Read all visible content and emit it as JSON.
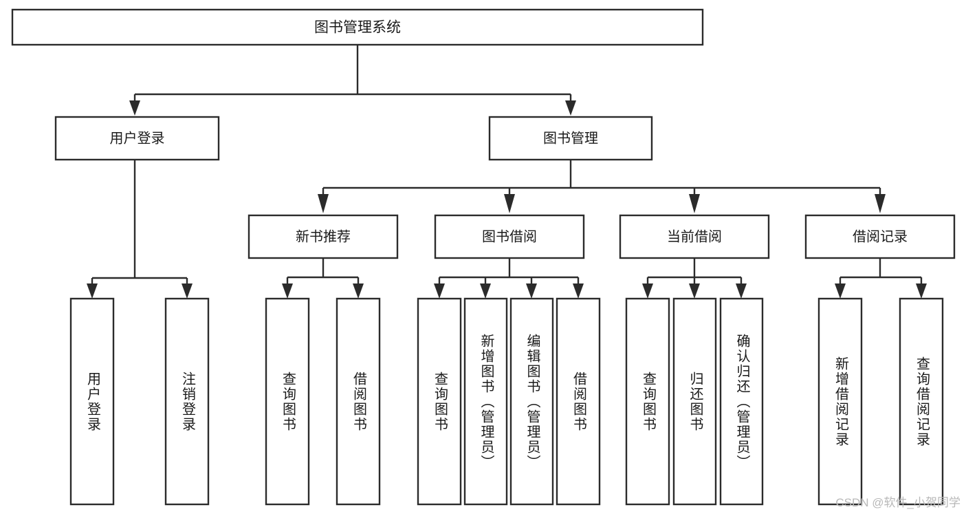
{
  "diagram": {
    "title": "图书管理系统",
    "type": "hierarchy-tree",
    "watermark": "CSDN @软件_小贺同学",
    "colors": {
      "stroke": "#2b2b2b",
      "fill": "#ffffff",
      "text": "#1a1a1a",
      "watermark": "#b8b8b8",
      "background": "#ffffff"
    },
    "root": {
      "label": "图书管理系统"
    },
    "level2": [
      {
        "label": "用户登录"
      },
      {
        "label": "图书管理"
      }
    ],
    "level3": [
      {
        "label": "新书推荐"
      },
      {
        "label": "图书借阅"
      },
      {
        "label": "当前借阅"
      },
      {
        "label": "借阅记录"
      }
    ],
    "leaves": {
      "user_login": [
        {
          "label": "用户登录"
        },
        {
          "label": "注销登录"
        }
      ],
      "new_book_recommend": [
        {
          "label": "查询图书"
        },
        {
          "label": "借阅图书"
        }
      ],
      "book_borrow": [
        {
          "label": "查询图书"
        },
        {
          "label": "新增图书（管理员）"
        },
        {
          "label": "编辑图书（管理员）"
        },
        {
          "label": "借阅图书"
        }
      ],
      "current_borrow": [
        {
          "label": "查询图书"
        },
        {
          "label": "归还图书"
        },
        {
          "label": "确认归还（管理员）"
        }
      ],
      "borrow_record": [
        {
          "label": "新增借阅记录"
        },
        {
          "label": "查询借阅记录"
        }
      ]
    }
  }
}
